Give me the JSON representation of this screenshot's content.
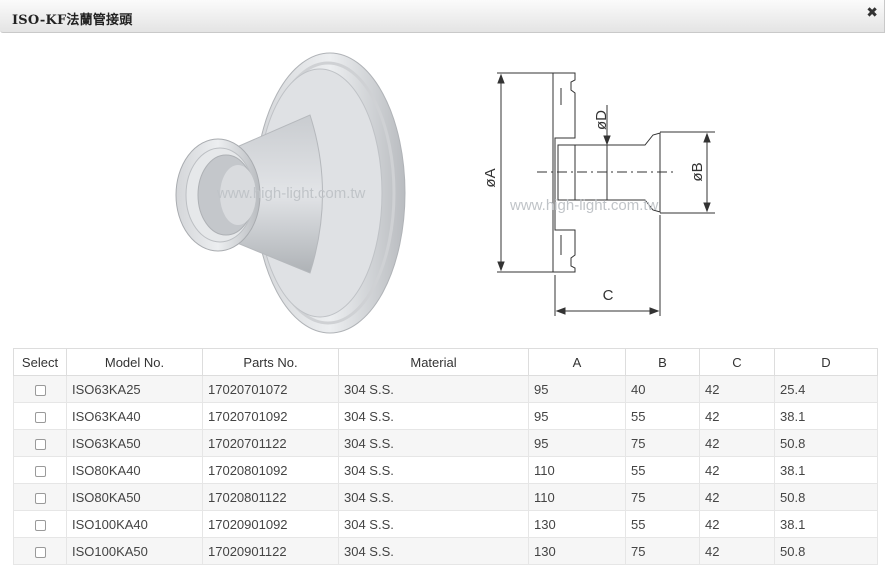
{
  "window": {
    "title": "ISO-KF法蘭管接頭"
  },
  "watermark": "www.high-light.com.tw",
  "diagram_labels": {
    "a": "øA",
    "b": "øB",
    "c": "C",
    "d": "øD"
  },
  "table": {
    "headers": [
      "Select",
      "Model No.",
      "Parts No.",
      "Material",
      "A",
      "B",
      "C",
      "D"
    ],
    "rows": [
      [
        "ISO63KA25",
        "17020701072",
        "304 S.S.",
        "95",
        "40",
        "42",
        "25.4"
      ],
      [
        "ISO63KA40",
        "17020701092",
        "304 S.S.",
        "95",
        "55",
        "42",
        "38.1"
      ],
      [
        "ISO63KA50",
        "17020701122",
        "304 S.S.",
        "95",
        "75",
        "42",
        "50.8"
      ],
      [
        "ISO80KA40",
        "17020801092",
        "304 S.S.",
        "110",
        "55",
        "42",
        "38.1"
      ],
      [
        "ISO80KA50",
        "17020801122",
        "304 S.S.",
        "110",
        "75",
        "42",
        "50.8"
      ],
      [
        "ISO100KA40",
        "17020901092",
        "304 S.S.",
        "130",
        "55",
        "42",
        "38.1"
      ],
      [
        "ISO100KA50",
        "17020901122",
        "304 S.S.",
        "130",
        "75",
        "42",
        "50.8"
      ]
    ]
  }
}
